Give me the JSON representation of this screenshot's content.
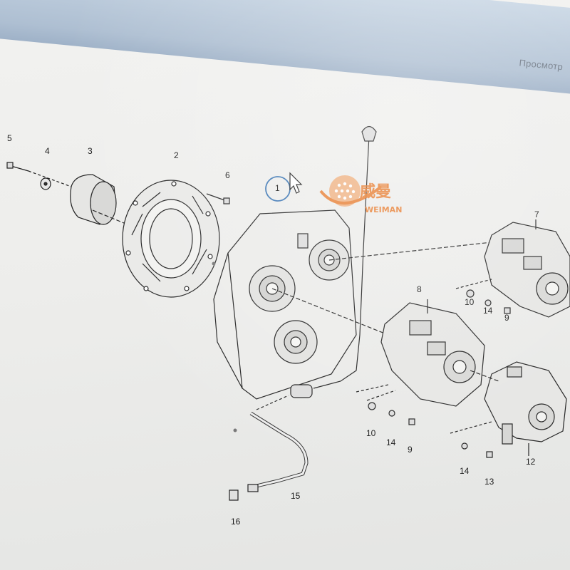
{
  "window": {
    "title_partial": "Просмотр"
  },
  "diagram": {
    "callouts": [
      {
        "id": "c1",
        "label": "1"
      },
      {
        "id": "c2",
        "label": "2"
      },
      {
        "id": "c3",
        "label": "3"
      },
      {
        "id": "c4",
        "label": "4"
      },
      {
        "id": "c5",
        "label": "5"
      },
      {
        "id": "c6",
        "label": "6"
      },
      {
        "id": "c7",
        "label": "7"
      },
      {
        "id": "c8",
        "label": "8"
      },
      {
        "id": "c9a",
        "label": "9"
      },
      {
        "id": "c9b",
        "label": "9"
      },
      {
        "id": "c10a",
        "label": "10"
      },
      {
        "id": "c10b",
        "label": "10"
      },
      {
        "id": "c12",
        "label": "12"
      },
      {
        "id": "c13",
        "label": "13"
      },
      {
        "id": "c14a",
        "label": "14"
      },
      {
        "id": "c14b",
        "label": "14"
      },
      {
        "id": "c14c",
        "label": "14"
      },
      {
        "id": "c15",
        "label": "15"
      },
      {
        "id": "c16",
        "label": "16"
      }
    ]
  },
  "watermark": {
    "chinese": "威曼",
    "latin": "WEIMAN",
    "brand_color": "#e8792a",
    "icon": "globe-logo-icon"
  },
  "cursor": {
    "icon": "mouse-pointer-icon"
  }
}
